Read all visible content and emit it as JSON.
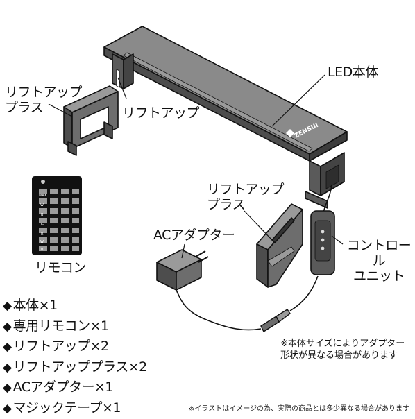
{
  "labels": {
    "led_body": "LED本体",
    "lift_up": "リフトアップ",
    "lift_up_plus_left": "リフトアップ\nプラス",
    "lift_up_plus_right": "リフトアップ\nプラス",
    "ac_adapter": "ACアダプター",
    "control_unit": "コントロール\nユニット",
    "remote": "リモコン"
  },
  "contents_list": [
    "本体×1",
    "専用リモコン×1",
    "リフトアップ×2",
    "リフトアッププラス×2",
    "ACアダプター×1",
    "マジックテープ×1"
  ],
  "note": "※本体サイズによりアダプター形状が異なる場合があります",
  "footnote": "※イラストはイメージの為、実際の商品とは多少異なる場合があります",
  "brand_logo": "ZENSUI",
  "remote_buttons": [
    "MAX",
    "W",
    "B",
    "G",
    "R",
    "W",
    "B"
  ],
  "colors": {
    "ink": "#1a1a1a",
    "body_fill": "#6d6d6d",
    "body_top": "#8a8a8a",
    "bg": "#ffffff"
  }
}
